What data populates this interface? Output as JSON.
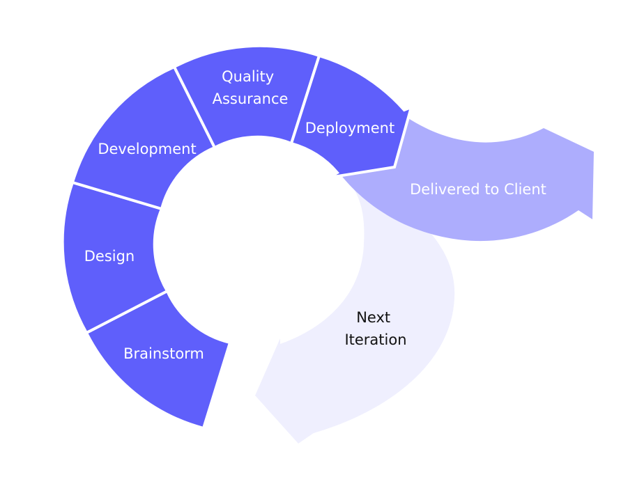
{
  "diagram": {
    "segments": [
      {
        "id": "brainstorm",
        "lines": [
          "Brainstorm"
        ]
      },
      {
        "id": "design",
        "lines": [
          "Design"
        ]
      },
      {
        "id": "development",
        "lines": [
          "Development"
        ]
      },
      {
        "id": "quality-assurance",
        "lines": [
          "Quality",
          "Assurance"
        ]
      },
      {
        "id": "deployment",
        "lines": [
          "Deployment"
        ]
      }
    ],
    "delivered": {
      "lines": [
        "Delivered to Client"
      ]
    },
    "next_iteration": {
      "lines": [
        "Next",
        "Iteration"
      ]
    }
  },
  "colors": {
    "segment": "#5f5ffb",
    "delivered_arrow": "#adadfd",
    "next_arrow": "#efeffe",
    "separator": "#ffffff",
    "segment_text": "#ffffff",
    "next_text": "#111111"
  }
}
